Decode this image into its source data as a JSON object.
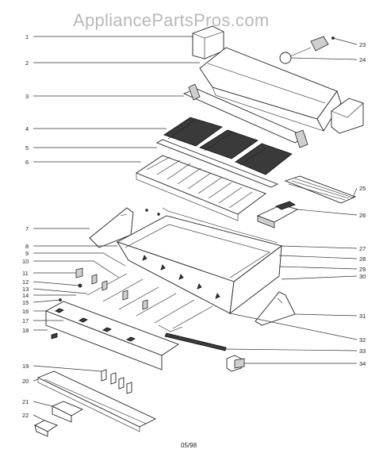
{
  "watermark": "AppliancePartsPros.com",
  "date_code": "05/98",
  "callouts": {
    "c1": "1",
    "c2": "2",
    "c3": "3",
    "c4": "4",
    "c5": "5",
    "c6": "6",
    "c7": "7",
    "c8": "8",
    "c9": "9",
    "c10": "10",
    "c11": "11",
    "c12": "12",
    "c13": "13",
    "c14": "14",
    "c15": "15",
    "c16": "16",
    "c17": "17",
    "c18": "18",
    "c19": "19",
    "c20": "20",
    "c21": "21",
    "c22": "22",
    "c23": "23",
    "c24": "24",
    "c25": "25",
    "c26": "26",
    "c27": "27",
    "c28": "28",
    "c29": "29",
    "c30": "30",
    "c31": "31",
    "c32": "32",
    "c33": "33",
    "c34": "34"
  }
}
